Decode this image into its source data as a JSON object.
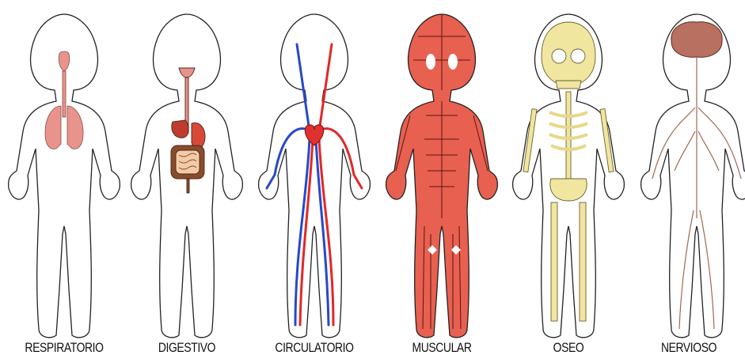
{
  "systems": [
    {
      "label": "RESPIRATORIO",
      "organ_color": "#e8948c"
    },
    {
      "label": "DIGESTIVO",
      "organ_color": "#c8503c"
    },
    {
      "label": "CIRCULATORIO",
      "organ_color": "#e03030"
    },
    {
      "label": "MUSCULAR",
      "organ_color": "#e86050"
    },
    {
      "label": "OSEO",
      "organ_color": "#f0e6a0"
    },
    {
      "label": "NERVIOSO",
      "organ_color": "#a06850"
    }
  ],
  "colors": {
    "outline": "#222222",
    "vein_blue": "#2848c8",
    "artery_red": "#e02828",
    "brain": "#b87060"
  }
}
